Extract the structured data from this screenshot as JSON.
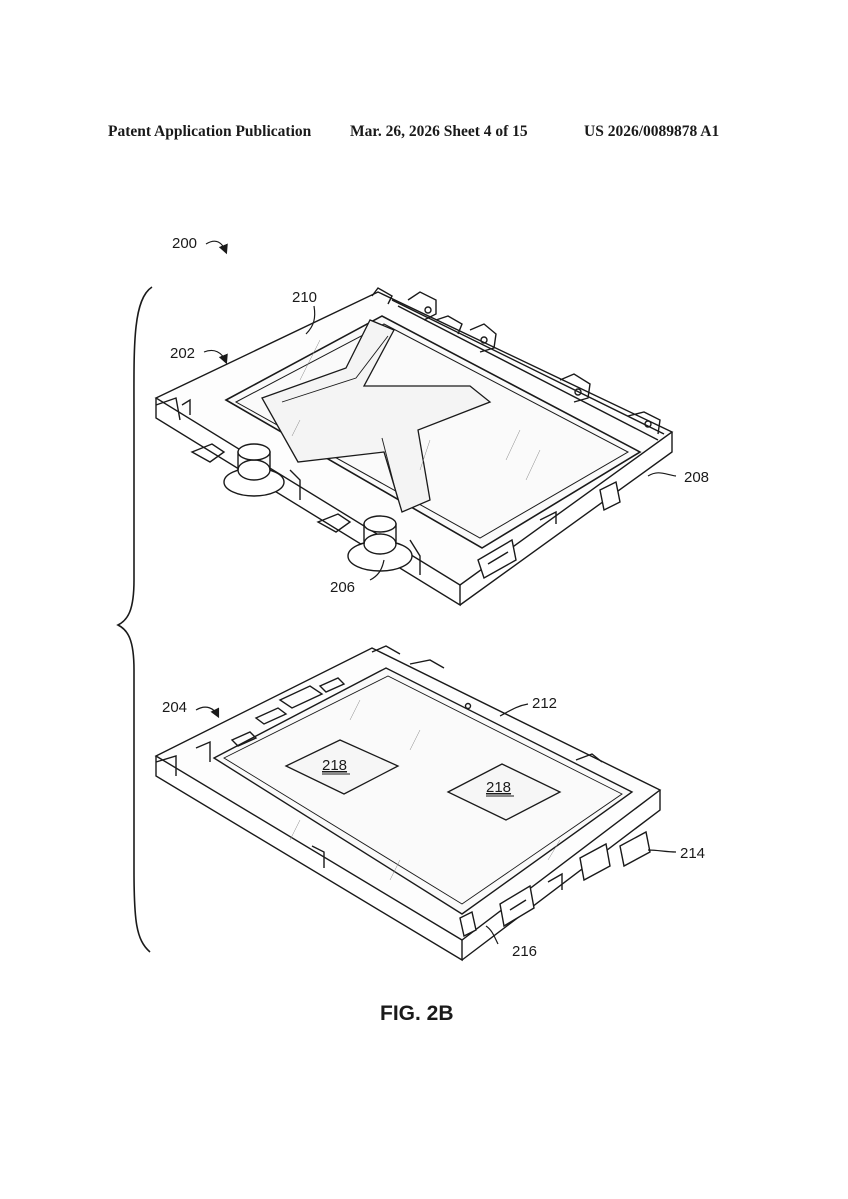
{
  "header": {
    "publication": "Patent Application Publication",
    "date_sheet": "Mar. 26, 2026  Sheet 4 of 15",
    "number": "US 2026/0089878 A1"
  },
  "figure": {
    "caption": "FIG. 2B",
    "refs": {
      "r200": "200",
      "r202": "202",
      "r204": "204",
      "r206": "206",
      "r208": "208",
      "r210": "210",
      "r212": "212",
      "r214": "214",
      "r216": "216",
      "r218a": "218",
      "r218b": "218"
    }
  }
}
